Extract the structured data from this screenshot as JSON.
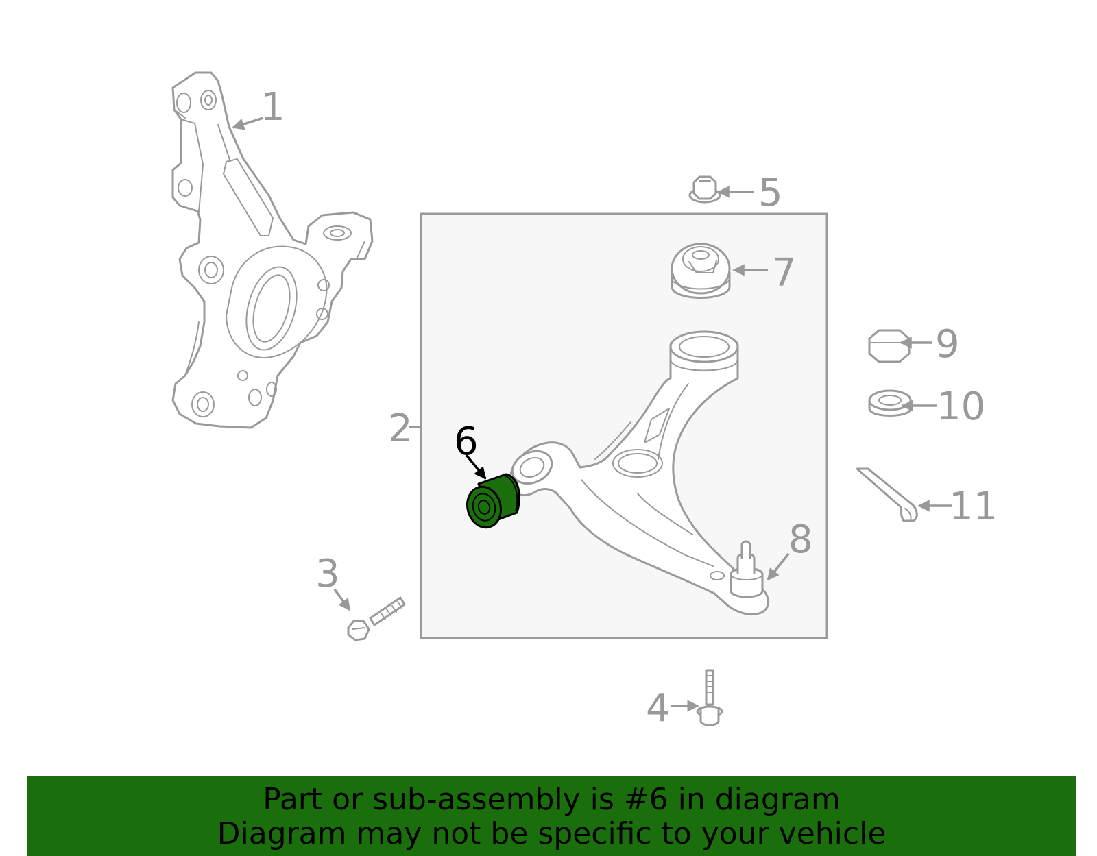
{
  "diagram": {
    "callouts": [
      "1",
      "2",
      "3",
      "4",
      "5",
      "6",
      "7",
      "8",
      "9",
      "10",
      "11"
    ],
    "highlighted_part": "6",
    "highlight_color": "#1a6e0c",
    "assembly_box_color": "#f7f7f7",
    "line_color": "#9a9a9a"
  },
  "banner": {
    "line1": "Part or sub-assembly is #6 in diagram",
    "line2": "Diagram may not be specific to your vehicle",
    "background": "#1a6e0c"
  }
}
